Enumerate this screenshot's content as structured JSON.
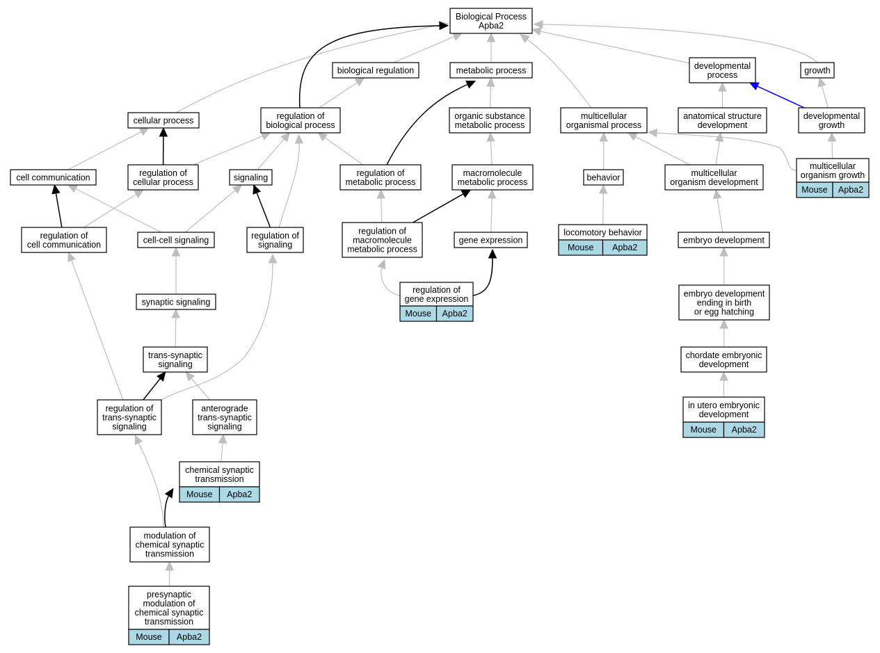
{
  "nodes": [
    {
      "id": "bp",
      "lines": [
        "Biological Process",
        "Apba2"
      ]
    },
    {
      "id": "bioreg",
      "lines": [
        "biological regulation"
      ]
    },
    {
      "id": "metab",
      "lines": [
        "metabolic process"
      ]
    },
    {
      "id": "devproc",
      "lines": [
        "developmental",
        "process"
      ]
    },
    {
      "id": "growth",
      "lines": [
        "growth"
      ]
    },
    {
      "id": "cellproc",
      "lines": [
        "cellular process"
      ]
    },
    {
      "id": "regbio",
      "lines": [
        "regulation of",
        "biological process"
      ]
    },
    {
      "id": "orgsub",
      "lines": [
        "organic substance",
        "metabolic process"
      ]
    },
    {
      "id": "multiorg",
      "lines": [
        "multicellular",
        "organismal process"
      ]
    },
    {
      "id": "anatdev",
      "lines": [
        "anatomical structure",
        "development"
      ]
    },
    {
      "id": "devgrowth",
      "lines": [
        "developmental",
        "growth"
      ]
    },
    {
      "id": "cellcomm",
      "lines": [
        "cell communication"
      ]
    },
    {
      "id": "regcell",
      "lines": [
        "regulation of",
        "cellular process"
      ]
    },
    {
      "id": "signaling",
      "lines": [
        "signaling"
      ]
    },
    {
      "id": "regmetab",
      "lines": [
        "regulation of",
        "metabolic process"
      ]
    },
    {
      "id": "macromet",
      "lines": [
        "macromolecule",
        "metabolic process"
      ]
    },
    {
      "id": "behavior",
      "lines": [
        "behavior"
      ]
    },
    {
      "id": "multidev",
      "lines": [
        "multicellular",
        "organism development"
      ]
    },
    {
      "id": "multigrowth",
      "lines": [
        "multicellular",
        "organism growth"
      ],
      "annot": [
        "Mouse",
        "Apba2"
      ]
    },
    {
      "id": "regcellcomm",
      "lines": [
        "regulation of",
        "cell communication"
      ]
    },
    {
      "id": "ccsig",
      "lines": [
        "cell-cell signaling"
      ]
    },
    {
      "id": "regsig",
      "lines": [
        "regulation of",
        "signaling"
      ]
    },
    {
      "id": "regmacro",
      "lines": [
        "regulation of",
        "macromolecule",
        "metabolic process"
      ]
    },
    {
      "id": "geneexp",
      "lines": [
        "gene expression"
      ]
    },
    {
      "id": "locobeh",
      "lines": [
        "locomotory behavior"
      ],
      "annot": [
        "Mouse",
        "Apba2"
      ]
    },
    {
      "id": "embdev",
      "lines": [
        "embryo development"
      ]
    },
    {
      "id": "reggene",
      "lines": [
        "regulation of",
        "gene expression"
      ],
      "annot": [
        "Mouse",
        "Apba2"
      ]
    },
    {
      "id": "synsig",
      "lines": [
        "synaptic signaling"
      ]
    },
    {
      "id": "embbirth",
      "lines": [
        "embryo development",
        "ending in birth",
        "or egg hatching"
      ]
    },
    {
      "id": "transsyn",
      "lines": [
        "trans-synaptic",
        "signaling"
      ]
    },
    {
      "id": "chordate",
      "lines": [
        "chordate embryonic",
        "development"
      ]
    },
    {
      "id": "regtrans",
      "lines": [
        "regulation of",
        "trans-synaptic",
        "signaling"
      ]
    },
    {
      "id": "antero",
      "lines": [
        "anterograde",
        "trans-synaptic",
        "signaling"
      ]
    },
    {
      "id": "inutero",
      "lines": [
        "in utero embryonic",
        "development"
      ],
      "annot": [
        "Mouse",
        "Apba2"
      ]
    },
    {
      "id": "chemsyn",
      "lines": [
        "chemical synaptic",
        "transmission"
      ],
      "annot": [
        "Mouse",
        "Apba2"
      ]
    },
    {
      "id": "modchem",
      "lines": [
        "modulation of",
        "chemical synaptic",
        "transmission"
      ]
    },
    {
      "id": "presyn",
      "lines": [
        "presynaptic",
        "modulation of",
        "chemical synaptic",
        "transmission"
      ],
      "annot": [
        "Mouse",
        "Apba2"
      ]
    }
  ],
  "edges": [
    {
      "from": "bioreg",
      "to": "bp",
      "kind": "is_a"
    },
    {
      "from": "metab",
      "to": "bp",
      "kind": "is_a"
    },
    {
      "from": "devproc",
      "to": "bp",
      "kind": "is_a"
    },
    {
      "from": "growth",
      "to": "bp",
      "kind": "is_a"
    },
    {
      "from": "cellproc",
      "to": "bp",
      "kind": "is_a"
    },
    {
      "from": "multiorg",
      "to": "bp",
      "kind": "is_a"
    },
    {
      "from": "regbio",
      "to": "bp",
      "kind": "regulates"
    },
    {
      "from": "regbio",
      "to": "bioreg",
      "kind": "is_a"
    },
    {
      "from": "orgsub",
      "to": "metab",
      "kind": "is_a"
    },
    {
      "from": "anatdev",
      "to": "devproc",
      "kind": "is_a"
    },
    {
      "from": "devgrowth",
      "to": "devproc",
      "kind": "part_of"
    },
    {
      "from": "devgrowth",
      "to": "growth",
      "kind": "is_a"
    },
    {
      "from": "cellcomm",
      "to": "cellproc",
      "kind": "is_a"
    },
    {
      "from": "regcell",
      "to": "cellproc",
      "kind": "regulates"
    },
    {
      "from": "regcell",
      "to": "regbio",
      "kind": "is_a"
    },
    {
      "from": "signaling",
      "to": "regbio",
      "kind": "is_a"
    },
    {
      "from": "regmetab",
      "to": "regbio",
      "kind": "is_a"
    },
    {
      "from": "regmetab",
      "to": "metab",
      "kind": "regulates"
    },
    {
      "from": "macromet",
      "to": "orgsub",
      "kind": "is_a"
    },
    {
      "from": "behavior",
      "to": "multiorg",
      "kind": "is_a"
    },
    {
      "from": "multidev",
      "to": "multiorg",
      "kind": "is_a"
    },
    {
      "from": "multidev",
      "to": "anatdev",
      "kind": "is_a"
    },
    {
      "from": "multigrowth",
      "to": "multiorg",
      "kind": "is_a"
    },
    {
      "from": "multigrowth",
      "to": "devgrowth",
      "kind": "is_a"
    },
    {
      "from": "regcellcomm",
      "to": "cellcomm",
      "kind": "regulates"
    },
    {
      "from": "regcellcomm",
      "to": "regcell",
      "kind": "is_a"
    },
    {
      "from": "ccsig",
      "to": "cellcomm",
      "kind": "is_a"
    },
    {
      "from": "ccsig",
      "to": "signaling",
      "kind": "is_a"
    },
    {
      "from": "regsig",
      "to": "signaling",
      "kind": "regulates"
    },
    {
      "from": "regsig",
      "to": "regbio",
      "kind": "is_a"
    },
    {
      "from": "regmacro",
      "to": "regmetab",
      "kind": "is_a"
    },
    {
      "from": "regmacro",
      "to": "macromet",
      "kind": "regulates"
    },
    {
      "from": "geneexp",
      "to": "macromet",
      "kind": "is_a"
    },
    {
      "from": "locobeh",
      "to": "behavior",
      "kind": "is_a"
    },
    {
      "from": "embdev",
      "to": "multidev",
      "kind": "is_a"
    },
    {
      "from": "reggene",
      "to": "regmacro",
      "kind": "is_a"
    },
    {
      "from": "reggene",
      "to": "geneexp",
      "kind": "regulates"
    },
    {
      "from": "synsig",
      "to": "ccsig",
      "kind": "is_a"
    },
    {
      "from": "embbirth",
      "to": "embdev",
      "kind": "is_a"
    },
    {
      "from": "transsyn",
      "to": "synsig",
      "kind": "is_a"
    },
    {
      "from": "chordate",
      "to": "embbirth",
      "kind": "is_a"
    },
    {
      "from": "regtrans",
      "to": "transsyn",
      "kind": "regulates"
    },
    {
      "from": "regtrans",
      "to": "regcellcomm",
      "kind": "is_a"
    },
    {
      "from": "regtrans",
      "to": "regsig",
      "kind": "is_a"
    },
    {
      "from": "antero",
      "to": "transsyn",
      "kind": "is_a"
    },
    {
      "from": "inutero",
      "to": "chordate",
      "kind": "is_a"
    },
    {
      "from": "chemsyn",
      "to": "antero",
      "kind": "is_a"
    },
    {
      "from": "modchem",
      "to": "regtrans",
      "kind": "is_a"
    },
    {
      "from": "modchem",
      "to": "chemsyn",
      "kind": "regulates"
    },
    {
      "from": "presyn",
      "to": "modchem",
      "kind": "is_a"
    }
  ],
  "colors": {
    "is_a": "#bebebe",
    "regulates": "#000000",
    "part_of": "#0000ff",
    "annotation_fill": "#add8e6"
  }
}
